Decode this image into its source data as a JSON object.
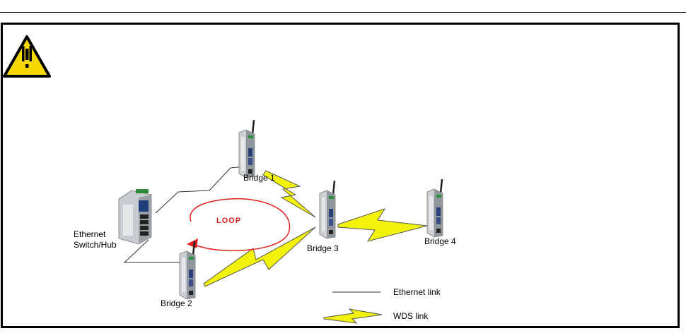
{
  "diagram": {
    "loop_label": "LOOP",
    "nodes": {
      "switch": "Ethernet\nSwitch/Hub",
      "bridge1": "Bridge 1",
      "bridge2": "Bridge 2",
      "bridge3": "Bridge 3",
      "bridge4": "Bridge 4"
    },
    "legend": {
      "ethernet": "Ethernet link",
      "wds": "WDS link"
    }
  },
  "colors": {
    "warning_fill": "#f5d800",
    "wds_fill": "#f2f20a",
    "loop_color": "#e0201c",
    "device_body": "#b8bcc0"
  },
  "icons": {
    "warning": "warning-triangle-icon"
  }
}
